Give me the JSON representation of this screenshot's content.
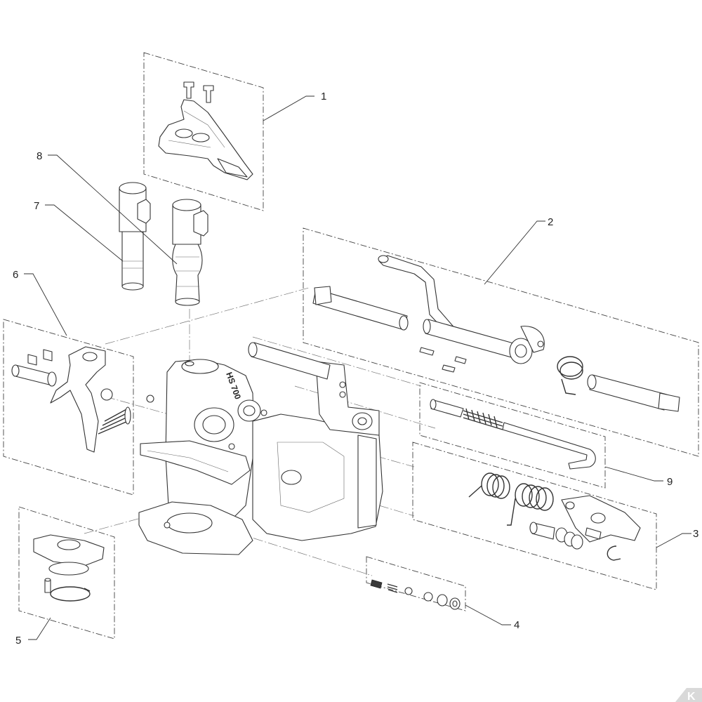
{
  "diagram": {
    "callouts": [
      {
        "id": "1",
        "label": "1"
      },
      {
        "id": "2",
        "label": "2"
      },
      {
        "id": "3",
        "label": "3"
      },
      {
        "id": "4",
        "label": "4"
      },
      {
        "id": "5",
        "label": "5"
      },
      {
        "id": "6",
        "label": "6"
      },
      {
        "id": "7",
        "label": "7"
      },
      {
        "id": "8",
        "label": "8"
      },
      {
        "id": "9",
        "label": "9"
      }
    ],
    "housing_marking": "HS 700",
    "brand_mark": "K"
  },
  "colors": {
    "line": "#333333",
    "background": "#ffffff",
    "brand_badge": "#d9d9d9"
  }
}
